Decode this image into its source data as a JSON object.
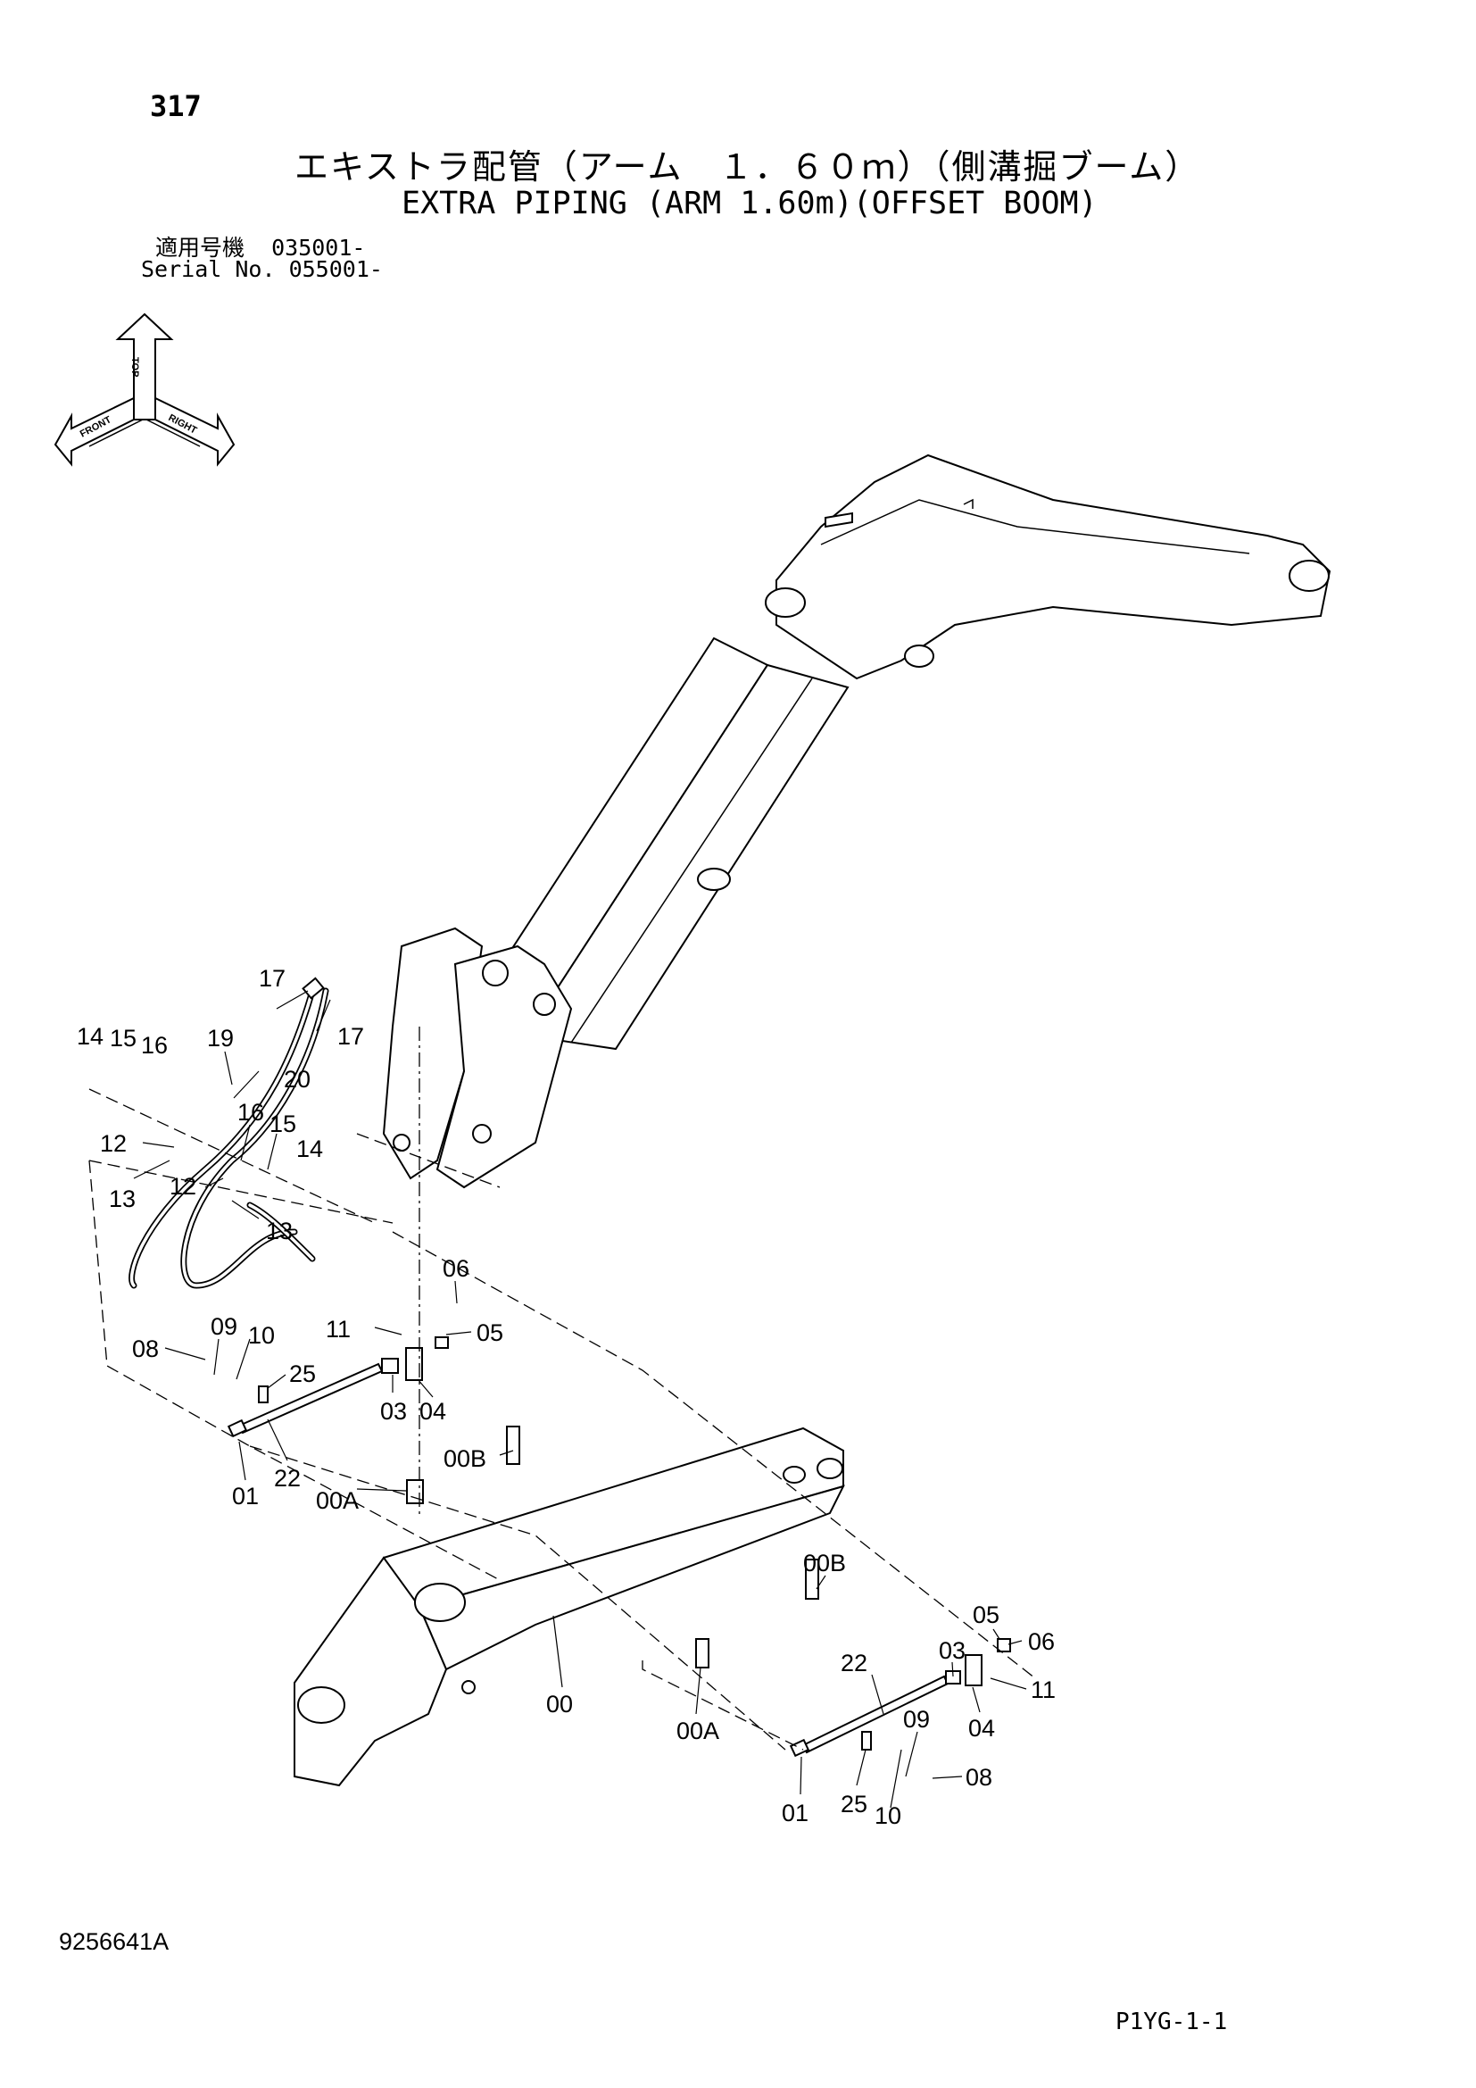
{
  "page_number": "317",
  "title_ja": "エキストラ配管（アーム　１．６０ｍ）（側溝掘ブーム）",
  "title_en": "EXTRA PIPING (ARM 1.60m)(OFFSET BOOM)",
  "serial_ja": "適用号機  035001-",
  "serial_en": "Serial No. 055001-",
  "orientation_labels": {
    "top": "TOP",
    "front": "FRONT",
    "right": "RIGHT"
  },
  "callouts": [
    "17",
    "17",
    "19",
    "14",
    "15",
    "16",
    "20",
    "16",
    "15",
    "14",
    "12",
    "12",
    "13",
    "13",
    "06",
    "05",
    "11",
    "09",
    "10",
    "08",
    "25",
    "03",
    "04",
    "00B",
    "01",
    "22",
    "00A",
    "00B",
    "05",
    "06",
    "03",
    "22",
    "11",
    "04",
    "09",
    "00",
    "00A",
    "08",
    "25",
    "01",
    "10"
  ],
  "doc_number": "9256641A",
  "sheet_code": "P1YG-1-1"
}
